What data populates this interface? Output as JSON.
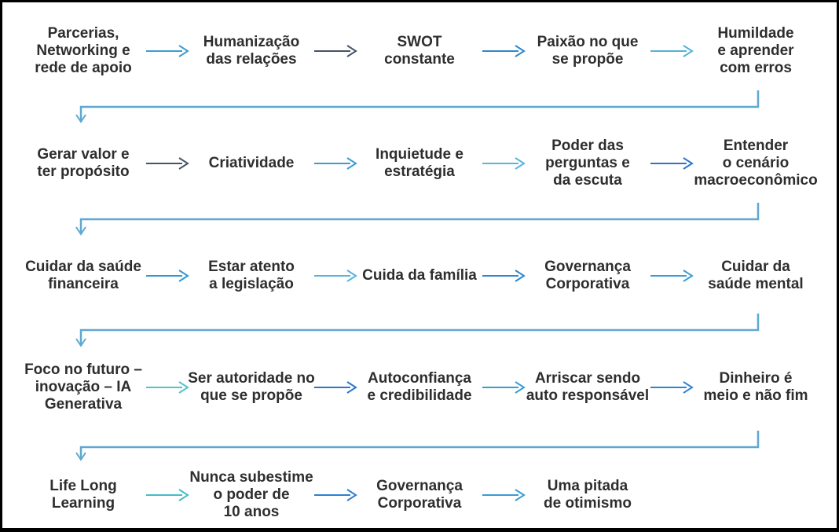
{
  "diagram": {
    "background_color": "#ffffff",
    "border_color": "#000000",
    "text_color": "#2e2e2e",
    "connector_color": "#5fa8d0",
    "rows": [
      {
        "items": [
          {
            "lines": [
              "Parcerias,",
              "Networking e",
              "rede de apoio"
            ]
          },
          {
            "lines": [
              "Humanização",
              "das relações"
            ]
          },
          {
            "lines": [
              "SWOT",
              "constante"
            ]
          },
          {
            "lines": [
              "Paixão no que",
              "se propõe"
            ]
          },
          {
            "lines": [
              "Humildade",
              "e aprender",
              "com erros"
            ]
          }
        ],
        "arrows": [
          {
            "color": "#3b9cd3"
          },
          {
            "color": "#44546a"
          },
          {
            "color": "#2f86ca"
          },
          {
            "color": "#55b2d8"
          }
        ]
      },
      {
        "items": [
          {
            "lines": [
              "Gerar valor e",
              "ter propósito"
            ]
          },
          {
            "lines": [
              "Criatividade"
            ]
          },
          {
            "lines": [
              "Inquietude e",
              "estratégia"
            ]
          },
          {
            "lines": [
              "Poder das",
              "perguntas e",
              "da escuta"
            ]
          },
          {
            "lines": [
              "Entender",
              "o cenário",
              "macroeconômico"
            ]
          }
        ],
        "arrows": [
          {
            "color": "#44546a"
          },
          {
            "color": "#3b9cd3"
          },
          {
            "color": "#57b5d9"
          },
          {
            "color": "#2e75c6"
          }
        ]
      },
      {
        "items": [
          {
            "lines": [
              "Cuidar da saúde",
              "financeira"
            ]
          },
          {
            "lines": [
              "Estar atento",
              "a legislação"
            ]
          },
          {
            "lines": [
              "Cuida da família"
            ]
          },
          {
            "lines": [
              "Governança",
              "Corporativa"
            ]
          },
          {
            "lines": [
              "Cuidar da",
              "saúde mental"
            ]
          }
        ],
        "arrows": [
          {
            "color": "#3598d2"
          },
          {
            "color": "#57b5d9"
          },
          {
            "color": "#2e86d0"
          },
          {
            "color": "#3b9cd3"
          }
        ]
      },
      {
        "items": [
          {
            "lines": [
              "Foco no futuro –",
              "inovação – IA",
              "Generativa"
            ]
          },
          {
            "lines": [
              "Ser autoridade no",
              "que se propõe"
            ]
          },
          {
            "lines": [
              "Autoconfiança",
              "e credibilidade"
            ]
          },
          {
            "lines": [
              "Arriscar sendo",
              "auto responsável"
            ]
          },
          {
            "lines": [
              "Dinheiro é",
              "meio e não fim"
            ]
          }
        ],
        "arrows": [
          {
            "color": "#56c2cd"
          },
          {
            "color": "#2e75c6"
          },
          {
            "color": "#3b9cd3"
          },
          {
            "color": "#2e86d0"
          }
        ]
      },
      {
        "items": [
          {
            "lines": [
              "Life Long",
              "Learning"
            ]
          },
          {
            "lines": [
              "Nunca subestime",
              "o poder de",
              "10 anos"
            ]
          },
          {
            "lines": [
              "Governança",
              "Corporativa"
            ]
          },
          {
            "lines": [
              "Uma pitada",
              "de otimismo"
            ]
          }
        ],
        "arrows": [
          {
            "color": "#45bcc9"
          },
          {
            "color": "#2e7fd0"
          },
          {
            "color": "#3b9cd3"
          }
        ]
      }
    ],
    "connectors": [
      {
        "color": "#5fa8d0"
      },
      {
        "color": "#5fa8d0"
      },
      {
        "color": "#5fa8d0"
      },
      {
        "color": "#5fa8d0"
      }
    ]
  }
}
